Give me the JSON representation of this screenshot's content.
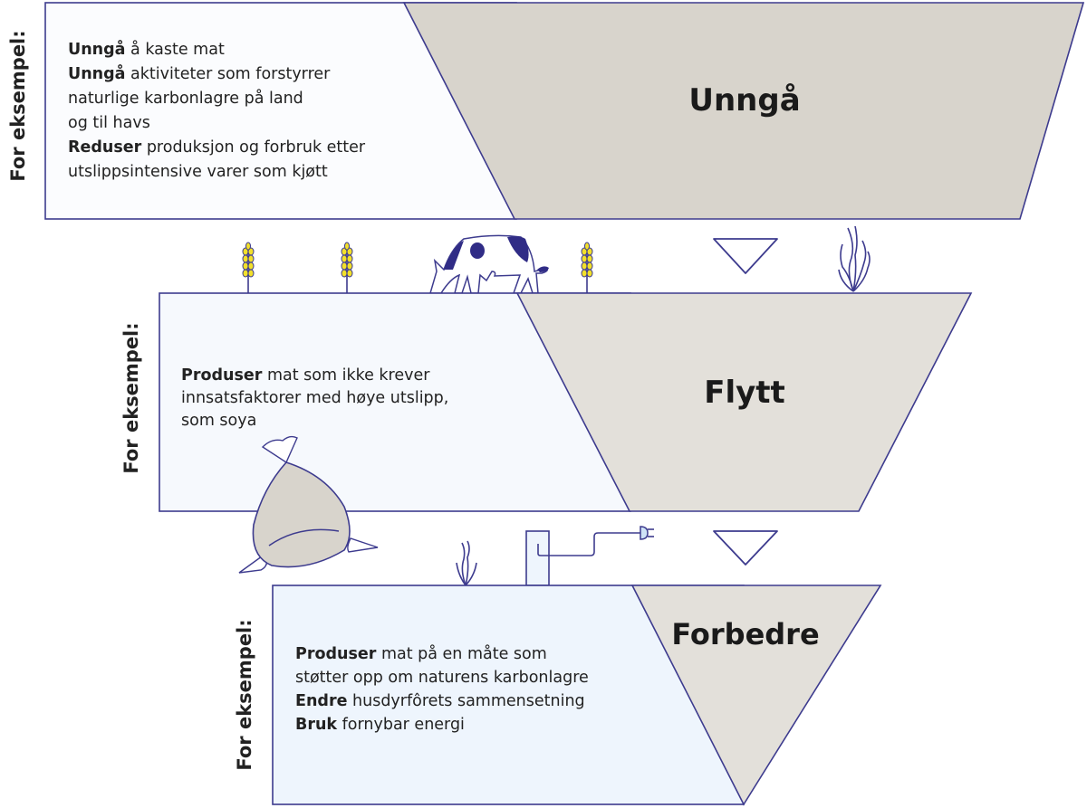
{
  "colors": {
    "outline": "#3d3b8e",
    "funnel_fill": "#d8d4cc",
    "funnel_fill_light": "#e3e0da",
    "box_fill_1": "#fbfcfe",
    "box_fill_2": "#f6f9fd",
    "box_fill_3": "#eef5fd",
    "wheat": "#f2e02a",
    "text": "#222222"
  },
  "tiers": [
    {
      "title": "Unngå",
      "side_label": "For eksempel:",
      "lines": [
        [
          {
            "b": "Unngå"
          },
          {
            "t": " å kaste mat"
          }
        ],
        [
          {
            "b": "Unngå"
          },
          {
            "t": " aktiviteter som forstyrrer"
          }
        ],
        [
          {
            "t": "naturlige karbonlagre på land"
          }
        ],
        [
          {
            "t": "og til havs"
          }
        ],
        [
          {
            "b": "Reduser"
          },
          {
            "t": " produksjon og forbruk etter"
          }
        ],
        [
          {
            "t": "utslippsintensive varer som kjøtt"
          }
        ]
      ]
    },
    {
      "title": "Flytt",
      "side_label": "For eksempel:",
      "lines": [
        [
          {
            "b": "Produser"
          },
          {
            "t": " mat som ikke krever"
          }
        ],
        [
          {
            "t": "innsatsfaktorer med høye utslipp,"
          }
        ],
        [
          {
            "t": "som soya"
          }
        ]
      ]
    },
    {
      "title": "Forbedre",
      "side_label": "For eksempel:",
      "lines": [
        [
          {
            "b": "Produser"
          },
          {
            "t": " mat på en måte som"
          }
        ],
        [
          {
            "t": "støtter opp om naturens karbonlagre"
          }
        ],
        [
          {
            "b": "Endre"
          },
          {
            "t": " husdyrfôrets sammensetning"
          }
        ],
        [
          {
            "b": "Bruk"
          },
          {
            "t": " fornybar energi"
          }
        ]
      ]
    }
  ],
  "icons": [
    "wheat-icon",
    "cow-icon",
    "down-arrow-icon",
    "seaweed-icon",
    "sack-icon",
    "power-outlet-icon",
    "plug-icon"
  ]
}
